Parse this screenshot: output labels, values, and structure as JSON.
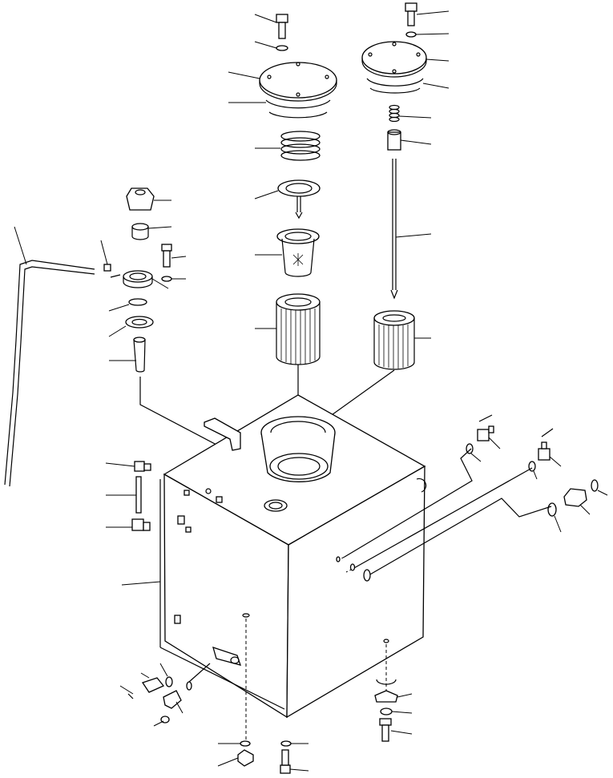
{
  "figure": {
    "ink_color": "#000000",
    "paper_color": "#ffffff",
    "parts": [
      "cap-bolt-left",
      "cap-washer-left",
      "cover-plate-left",
      "cover-gasket-left",
      "spring",
      "valve-assembly",
      "strainer",
      "filter-element-main",
      "cap-bolt-right",
      "cap-washer-right",
      "cover-plate-right",
      "cover-gasket-right",
      "small-spring",
      "nut",
      "rod",
      "filter-element-right",
      "breather-cap",
      "breather-adapter",
      "filler-body",
      "filler-bolt",
      "filler-washer",
      "o-ring",
      "filler-gasket",
      "filler-pipe",
      "clamp",
      "hose",
      "elbow-upper-left",
      "tube",
      "elbow-lower-left",
      "tank",
      "elbow-right-1",
      "elbow-right-2",
      "connector-right",
      "o-ring-right",
      "drain-fitting",
      "drain-elbow",
      "drain-plug",
      "drain-washer",
      "bottom-bolt-left",
      "bottom-washer-left",
      "bottom-bolt-right",
      "bottom-washer-right"
    ]
  }
}
